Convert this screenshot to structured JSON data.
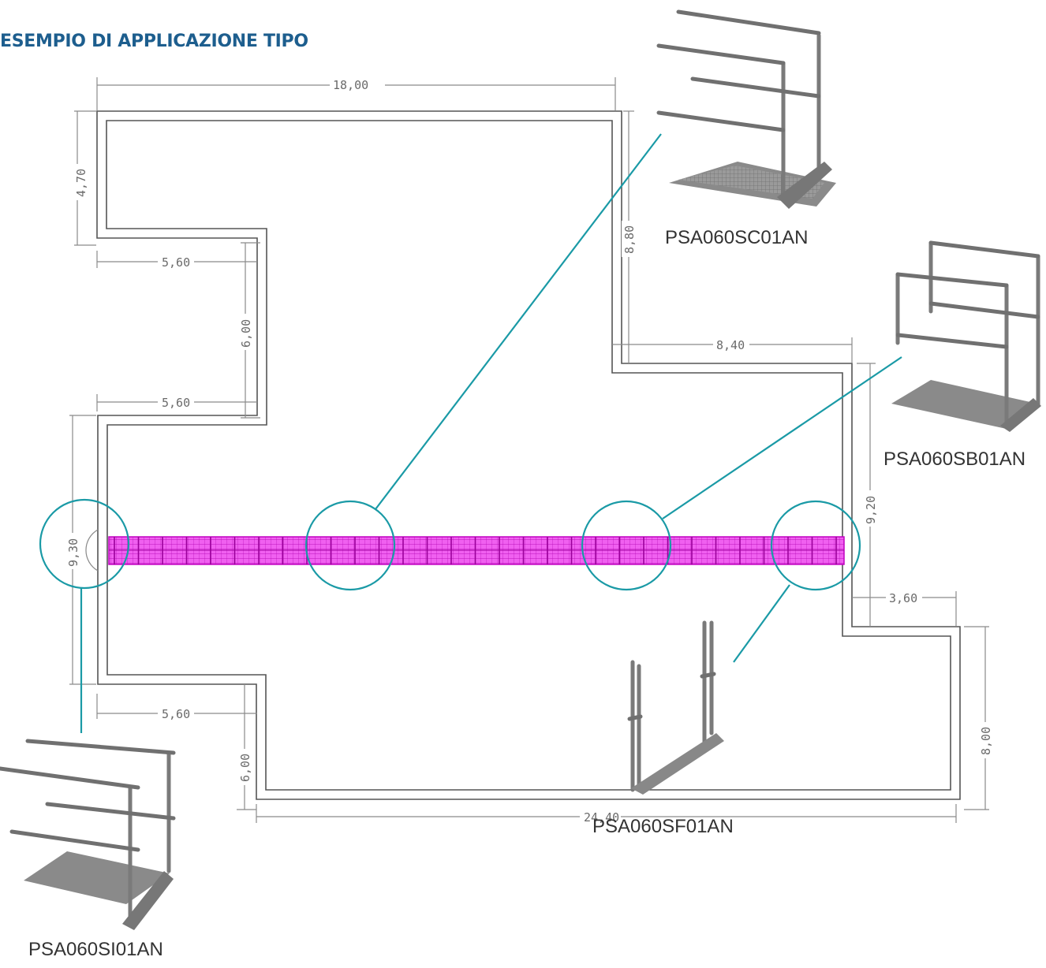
{
  "title": "ESEMPIO DI APPLICAZIONE TIPO",
  "dimensions": {
    "top_width": "18,00",
    "top_left_height": "4,70",
    "upper_notch_width": "5,60",
    "notch_depth": "6,00",
    "lower_notch_width": "5,60",
    "right_upper_height": "8,80",
    "right_step_width": "8,40",
    "left_height": "9,30",
    "right_mid_height": "9,20",
    "bottom_left_notch_width": "5,60",
    "bottom_notch_depth": "6,00",
    "right_small_step": "3,60",
    "right_lower_height": "8,00",
    "bottom_width": "24,40"
  },
  "products": {
    "corner": "PSA060SC01AN",
    "base": "PSA060SB01AN",
    "end": "PSA060SF01AN",
    "start": "PSA060SI01AN"
  },
  "colors": {
    "title": "#1d5e8e",
    "walkway": "#e020e0",
    "callout": "#1a9aa6"
  }
}
